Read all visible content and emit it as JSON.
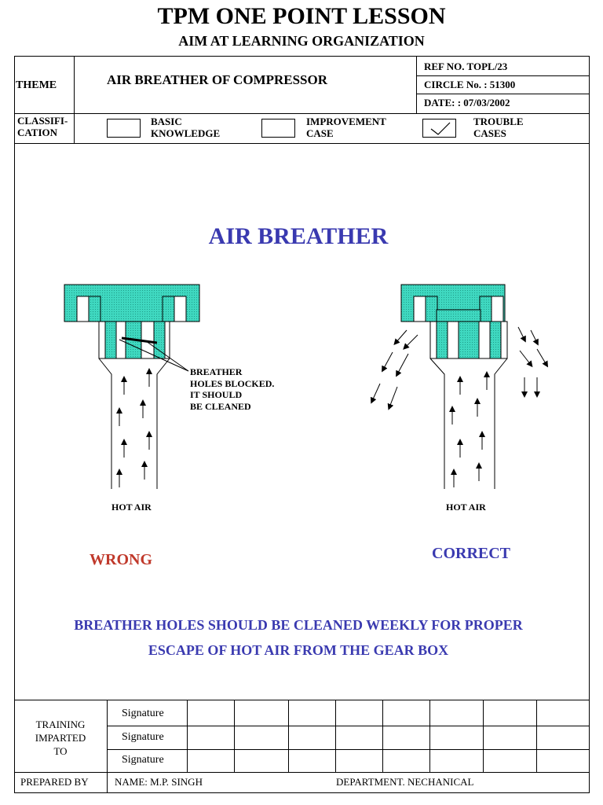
{
  "header": {
    "title": "TPM ONE POINT LESSON",
    "subtitle": "AIM AT LEARNING ORGANIZATION"
  },
  "info": {
    "theme_label": "THEME",
    "theme_value": "AIR  BREATHER OF COMPRESSOR",
    "ref_no": "REF NO.  TOPL/23",
    "circle_no": "CIRCLE No. : 51300",
    "date": "DATE: :  07/03/2002"
  },
  "classification": {
    "label_line1": "CLASSIFI-",
    "label_line2": "CATION",
    "options": [
      {
        "line1": "BASIC",
        "line2": "KNOWLEDGE",
        "checked": false
      },
      {
        "line1": "IMPROVEMENT",
        "line2": "CASE",
        "checked": false
      },
      {
        "line1": "TROUBLE",
        "line2": "CASES",
        "checked": true
      }
    ]
  },
  "diagram": {
    "title": "AIR BREATHER",
    "callout_lines": [
      "BREATHER",
      "HOLES BLOCKED.",
      "IT SHOULD",
      "BE CLEANED"
    ],
    "left_caption": "HOT AIR",
    "right_caption": "HOT AIR",
    "wrong_label": "WRONG",
    "correct_label": "CORRECT",
    "colors": {
      "teal": "#3fd8c0",
      "blue": "#3a3ab0",
      "red": "#c0392b"
    }
  },
  "note": {
    "line1": "BREATHER HOLES SHOULD BE CLEANED WEEKLY FOR PROPER",
    "line2": "ESCAPE OF HOT AIR FROM THE GEAR BOX"
  },
  "footer": {
    "training_line1": "TRAINING",
    "training_line2": "IMPARTED",
    "training_line3": "TO",
    "signature_labels": [
      "Signature",
      "Signature",
      "Signature"
    ],
    "prepared_label": "PREPARED BY",
    "name": "NAME:  M.P. SINGH",
    "department": "DEPARTMENT.  NECHANICAL"
  }
}
